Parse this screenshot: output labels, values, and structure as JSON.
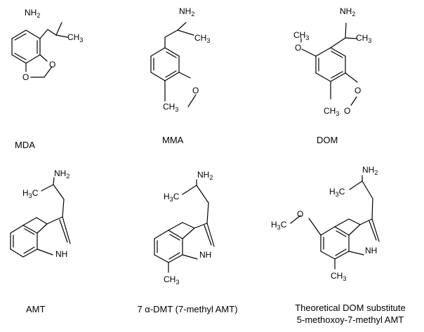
{
  "molecules": [
    {
      "id": "mda",
      "name": "MDA",
      "labels": {
        "amine": "NH2",
        "methyl": "CH3",
        "o1": "O",
        "o2": "O"
      }
    },
    {
      "id": "mma",
      "name": "MMA",
      "labels": {
        "amine": "NH2",
        "methyl": "CH3",
        "ring_methyl": "CH3",
        "o": "O"
      }
    },
    {
      "id": "dom",
      "name": "DOM",
      "labels": {
        "amine": "NH2",
        "methyl": "CH3",
        "o_top": "O",
        "top_methyl": "CH3",
        "o_right": "O",
        "right_tail": "O",
        "ring_methyl": "CH3"
      }
    },
    {
      "id": "amt",
      "name": "AMT",
      "labels": {
        "amine": "NH2",
        "methyl": "H3C",
        "nh": "NH"
      }
    },
    {
      "id": "dmt7",
      "name": "7 α-DMT (7-methyl AMT)",
      "labels": {
        "amine": "NH2",
        "methyl": "H3C",
        "nh": "NH",
        "ring_methyl": "CH3"
      }
    },
    {
      "id": "theoretical",
      "name_line1": "Theoretical DOM substitute",
      "name_line2": "5-methoxoy-7-methyl AMT",
      "labels": {
        "amine": "NH2",
        "methyl": "H3C",
        "nh": "NH",
        "ring_methyl": "CH3",
        "o": "O",
        "methoxy_methyl": "H3C"
      }
    }
  ]
}
